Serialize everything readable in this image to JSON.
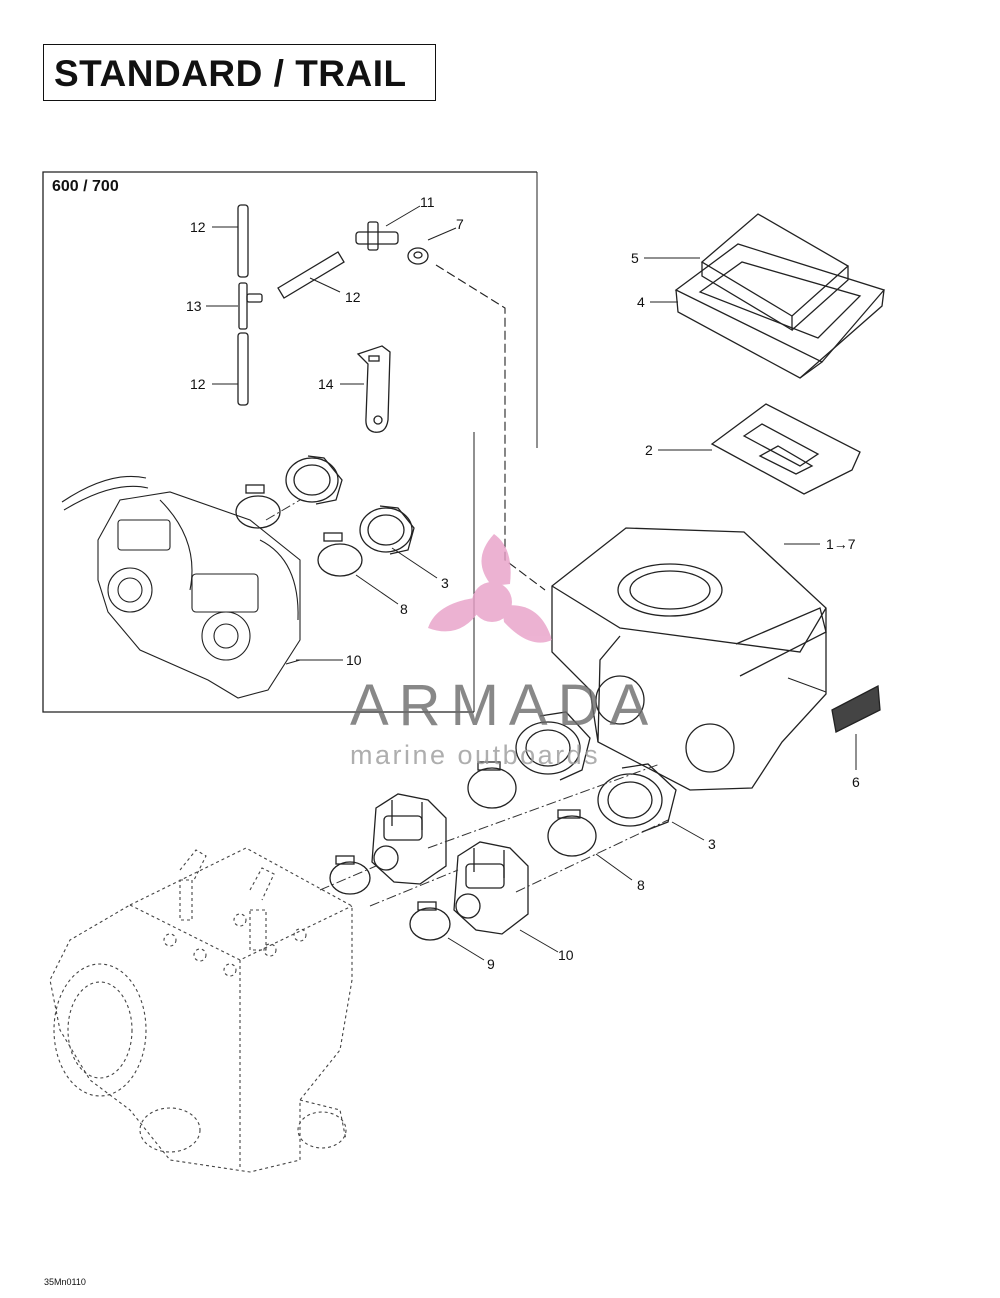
{
  "header": {
    "title": "STANDARD / TRAIL"
  },
  "inset": {
    "label": "600 / 700"
  },
  "callouts": [
    {
      "id": "c12a",
      "text": "12"
    },
    {
      "id": "c13",
      "text": "13"
    },
    {
      "id": "c12b",
      "text": "12"
    },
    {
      "id": "c12c",
      "text": "12"
    },
    {
      "id": "c11",
      "text": "11"
    },
    {
      "id": "c7",
      "text": "7"
    },
    {
      "id": "c14",
      "text": "14"
    },
    {
      "id": "c3a",
      "text": "3"
    },
    {
      "id": "c8a",
      "text": "8"
    },
    {
      "id": "c10a",
      "text": "10"
    },
    {
      "id": "c5",
      "text": "5"
    },
    {
      "id": "c4",
      "text": "4"
    },
    {
      "id": "c2",
      "text": "2"
    },
    {
      "id": "c17",
      "text": "1→7"
    },
    {
      "id": "c6",
      "text": "6"
    },
    {
      "id": "c3b",
      "text": "3"
    },
    {
      "id": "c8b",
      "text": "8"
    },
    {
      "id": "c9",
      "text": "9"
    },
    {
      "id": "c10b",
      "text": "10"
    }
  ],
  "footer": {
    "code": "35Mn0110"
  },
  "watermark": {
    "brand": "ARMADA",
    "tagline": "marine outboards",
    "colors": {
      "propeller": "#e8a0c8",
      "text": "#6b6b6b"
    }
  }
}
